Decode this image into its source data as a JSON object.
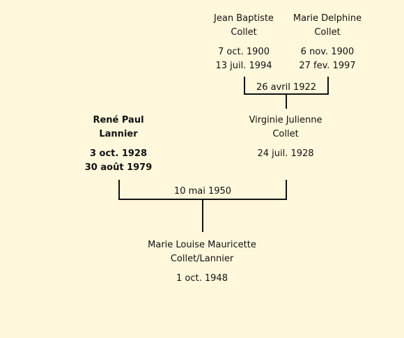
{
  "grandfather": {
    "name_line1": "Jean Baptiste",
    "name_line2": "Collet",
    "birth": "7 oct. 1900",
    "death": "13 juil. 1994"
  },
  "grandmother": {
    "name_line1": "Marie Delphine",
    "name_line2": "Collet",
    "birth": "6 nov. 1900",
    "death": "27 fev. 1997"
  },
  "grandparents_marriage": "26 avril 1922",
  "father": {
    "name_line1": "René Paul",
    "name_line2": "Lannier",
    "birth": "3 oct. 1928",
    "death": "30 août 1979"
  },
  "mother": {
    "name_line1": "Virginie Julienne",
    "name_line2": "Collet",
    "birth": "24 juil. 1928"
  },
  "parents_marriage": "10 mai 1950",
  "child": {
    "name_line1": "Marie Louise Mauricette",
    "name_line2": "Collet/Lannier",
    "birth": "1 oct. 1948"
  },
  "colors": {
    "background": "#fff8dc",
    "line": "#111111"
  }
}
